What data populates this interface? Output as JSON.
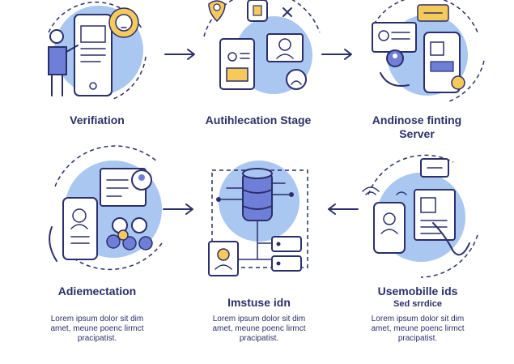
{
  "steps": [
    {
      "title": "Verifiation",
      "subtitle": "",
      "desc": []
    },
    {
      "title": "Autihlecation Stage",
      "subtitle": "",
      "desc": []
    },
    {
      "title": "Andinose finting Server",
      "subtitle": "",
      "desc": []
    },
    {
      "title": "Adiemectation",
      "subtitle": "",
      "desc": [
        "Lorem ipsum dolor sit dim",
        "amet, meune poenc lirmct",
        "pracipatist."
      ]
    },
    {
      "title": "Imstuse idn",
      "subtitle": "",
      "desc": [
        "Lorem ipsum dolor sit dim",
        "amet, meune poenc lirmct",
        "pracipatist."
      ]
    },
    {
      "title": "Usemobille ids",
      "subtitle": "Sed srrdice",
      "desc": [
        "Lorem ipsum dolor sit dim",
        "amet, meune poenc lirmct",
        "pracipatist."
      ]
    }
  ],
  "colors": {
    "ink": "#2b2f6b",
    "circle": "#a9c7f0",
    "accent": "#6f7fd8",
    "yellow": "#f6c95b"
  }
}
